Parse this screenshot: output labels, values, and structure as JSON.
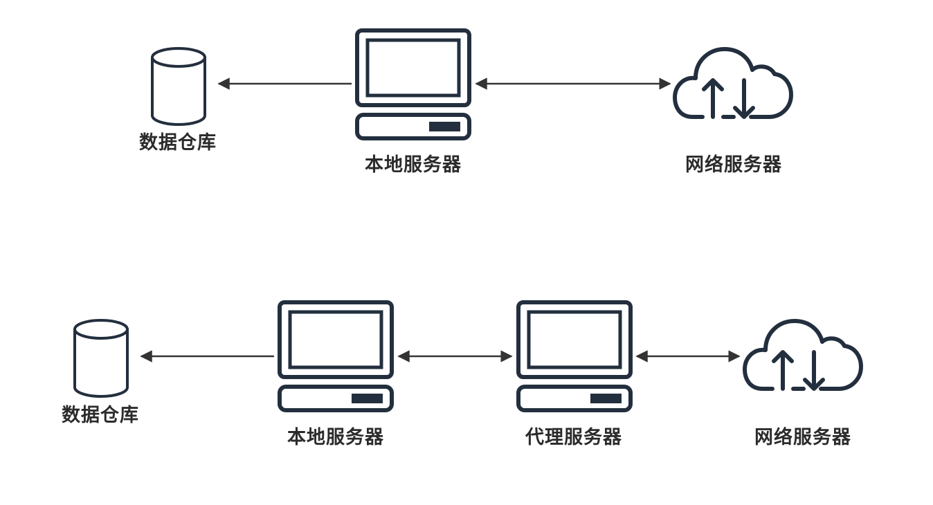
{
  "labels": {
    "database": "数据仓库",
    "local_server": "本地服务器",
    "proxy_server": "代理服务器",
    "network_server": "网络服务器"
  },
  "colors": {
    "icon": "#232f3e",
    "arrow": "#333333",
    "text": "#2b2b2b"
  },
  "diagrams": [
    {
      "nodes": [
        "database",
        "local_server",
        "network_server"
      ],
      "edges": [
        {
          "from": "local_server",
          "to": "database",
          "direction": "one-way"
        },
        {
          "from": "local_server",
          "to": "network_server",
          "direction": "two-way"
        }
      ]
    },
    {
      "nodes": [
        "database",
        "local_server",
        "proxy_server",
        "network_server"
      ],
      "edges": [
        {
          "from": "local_server",
          "to": "database",
          "direction": "one-way"
        },
        {
          "from": "local_server",
          "to": "proxy_server",
          "direction": "two-way"
        },
        {
          "from": "proxy_server",
          "to": "network_server",
          "direction": "two-way"
        }
      ]
    }
  ]
}
